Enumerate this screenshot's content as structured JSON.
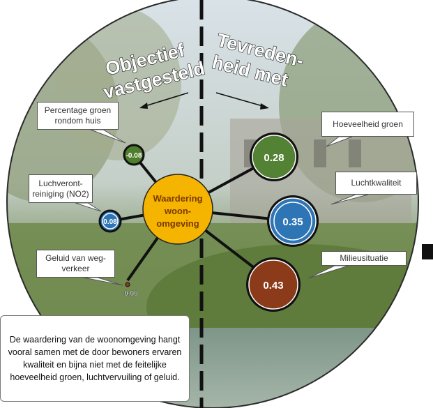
{
  "headers": {
    "left": [
      "Objectief",
      "vastgesteld"
    ],
    "right": [
      "Tevreden-",
      "heid met"
    ]
  },
  "center": {
    "lines": [
      "Waardering",
      "woon-",
      "omgeving"
    ],
    "color": "#F5B400"
  },
  "objective_nodes": [
    {
      "label": "Percentage groen rondom huis",
      "value": "-0.08",
      "color": "#4E7D2C"
    },
    {
      "label": "Luchverontreiniging (NO2)",
      "value": "0.08",
      "color": "#2E75B6"
    },
    {
      "label": "Geluid van wegverkeer",
      "value": "0.00",
      "color": "#8B3A1A"
    }
  ],
  "satisfaction_nodes": [
    {
      "label": "Hoeveelheid groen",
      "value": "0.28",
      "color": "#548235"
    },
    {
      "label": "Luchtkwaliteit",
      "value": "0.35",
      "color": "#2E75B6"
    },
    {
      "label": "Milieusituatie",
      "value": "0.43",
      "color": "#8B3A1A"
    }
  ],
  "callouts": {
    "groen_obj": [
      "Percentage groen",
      "rondom huis"
    ],
    "lucht_obj": [
      "Luchveront-",
      "reiniging (NO2)"
    ],
    "geluid_obj": [
      "Geluid van weg-",
      "verkeer"
    ],
    "groen_sat": "Hoeveelheid groen",
    "lucht_sat": "Luchtkwaliteit",
    "milieu_sat": "Milieusituatie"
  },
  "summary": "De waardering van de woonomgeving hangt vooral samen met de door bewoners ervaren kwaliteit  en bijna niet met de feitelijke hoeveelheid groen, luchtvervuiling of geluid."
}
